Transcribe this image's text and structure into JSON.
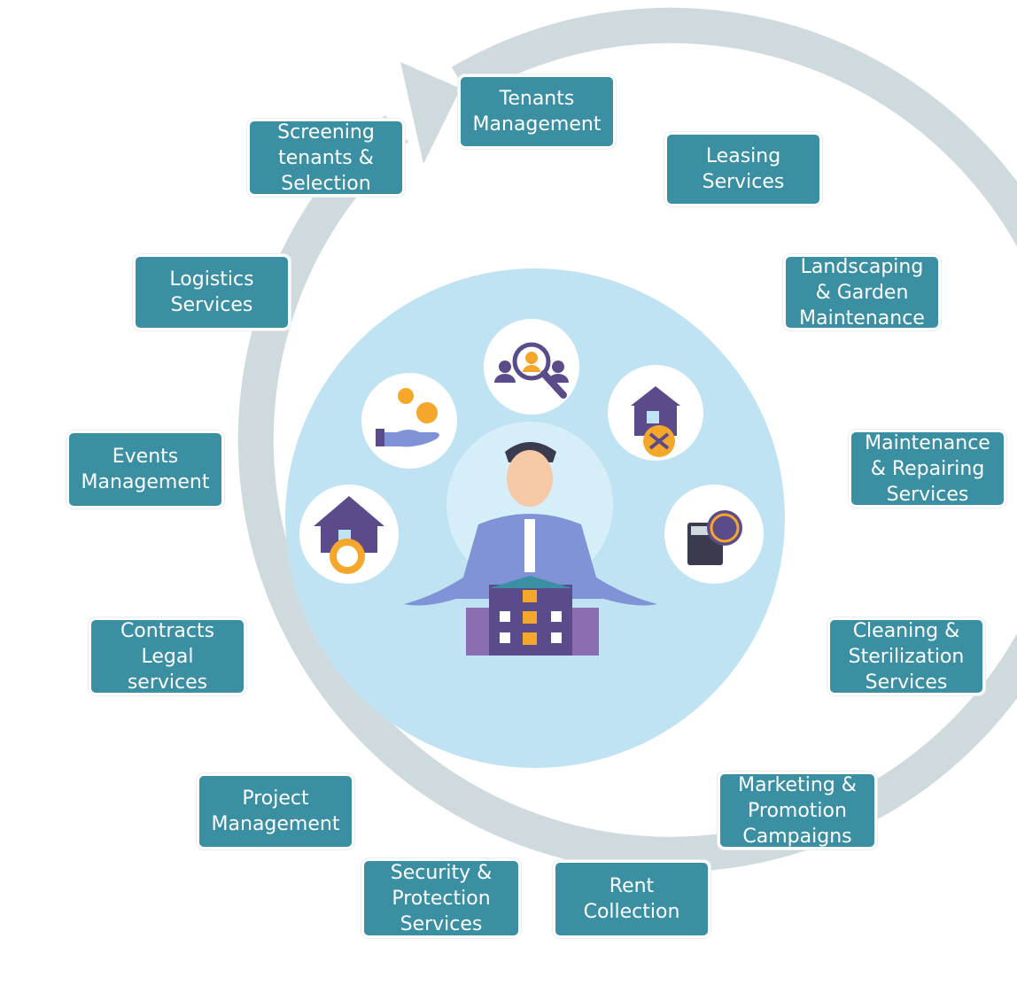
{
  "colors": {
    "ring": "#cfdadf",
    "box": "#3a8fa3",
    "box_text": "#ffffff",
    "hub": "#bfe3f2",
    "icon_circle": "#ffffff",
    "house_purple": "#5b4b8a",
    "coin_orange": "#f4a72a",
    "suit_blue": "#7f93d6"
  },
  "center": {
    "icons": [
      "people-search-icon",
      "house-repair-icon",
      "calculator-dollar-icon",
      "house-dollar-icon",
      "hand-coins-icon",
      "manager-with-building-icon"
    ]
  },
  "services": [
    {
      "id": "tenants-management",
      "label": "Tenants\nManagement"
    },
    {
      "id": "leasing-services",
      "label": "Leasing\nServices"
    },
    {
      "id": "landscaping",
      "label": "Landscaping\n& Garden\nMaintenance"
    },
    {
      "id": "maintenance",
      "label": "Maintenance\n& Repairing\nServices"
    },
    {
      "id": "cleaning",
      "label": "Cleaning &\nSterilization\nServices"
    },
    {
      "id": "marketing",
      "label": "Marketing &\nPromotion\nCampaigns"
    },
    {
      "id": "rent-collection",
      "label": "Rent\nCollection"
    },
    {
      "id": "security",
      "label": "Security &\nProtection\nServices"
    },
    {
      "id": "project-management",
      "label": "Project\nManagement"
    },
    {
      "id": "contracts",
      "label": "Contracts\nLegal\nservices"
    },
    {
      "id": "events",
      "label": "Events\nManagement"
    },
    {
      "id": "logistics",
      "label": "Logistics\nServices"
    },
    {
      "id": "screening",
      "label": "Screening\ntenants &\nSelection"
    }
  ]
}
